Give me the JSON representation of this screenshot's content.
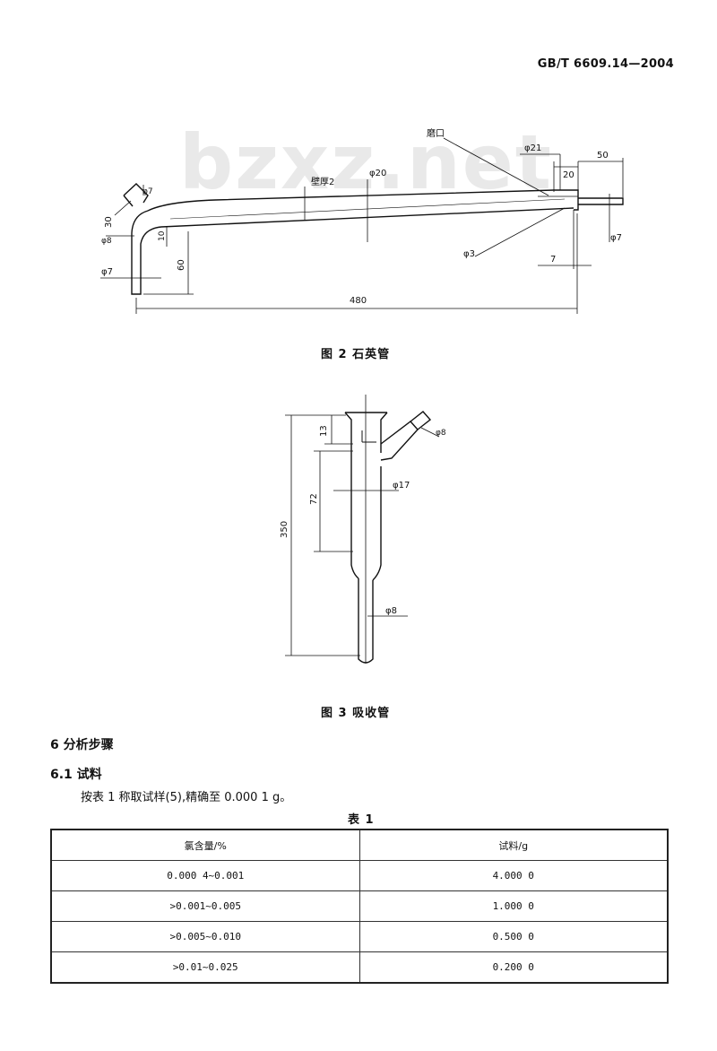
{
  "header": {
    "standard_number": "GB/T 6609.14—2004"
  },
  "watermark": "bzxz.net",
  "figure2": {
    "caption": "图 2   石英管",
    "labels": {
      "grind_mouth": "磨口",
      "wall_thickness": "壁厚2",
      "d20": "φ20",
      "d21": "φ21",
      "d7_top": "φ7",
      "d8": "φ8",
      "d7_left": "φ7",
      "d3": "φ3",
      "d7_right": "φ7",
      "dim30": "30",
      "dim10": "10",
      "dim60": "60",
      "dim480": "480",
      "dim20": "20",
      "dim50": "50",
      "dim7": "7"
    }
  },
  "figure3": {
    "caption": "图 3   吸收管",
    "labels": {
      "dim13": "13",
      "dim72": "72",
      "dim350": "350",
      "d8_side": "φ8",
      "d17": "φ17",
      "d8_bottom": "φ8"
    }
  },
  "section6": {
    "title": "6   分析步骤",
    "sub61_title": "6.1   试料",
    "sub61_text": "按表 1 称取试样(5),精确至 0.000 1 g。"
  },
  "table1": {
    "title": "表 1",
    "headers": [
      "氯含量/%",
      "试料/g"
    ],
    "rows": [
      [
        "0.000 4~0.001",
        "4.000 0"
      ],
      [
        ">0.001~0.005",
        "1.000 0"
      ],
      [
        ">0.005~0.010",
        "0.500 0"
      ],
      [
        ">0.01~0.025",
        "0.200 0"
      ]
    ]
  }
}
